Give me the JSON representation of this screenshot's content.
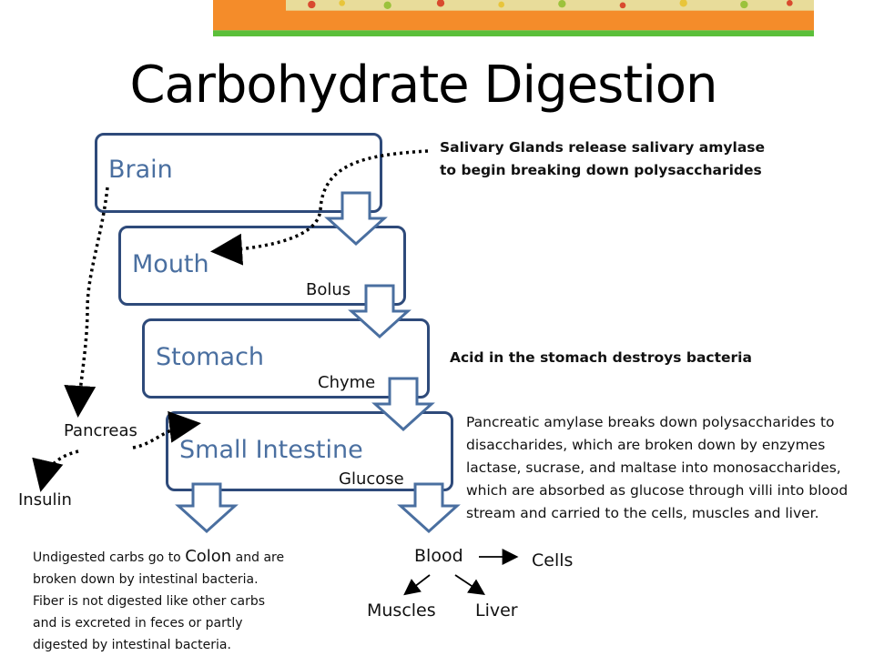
{
  "title": "Carbohydrate Digestion",
  "colors": {
    "box_border": "#2e4a7a",
    "stage_text": "#4a6fa0",
    "arrow_fill": "#ffffff",
    "banner_green": "#5bbf3a",
    "banner_orange": "#f48c2a"
  },
  "stages": {
    "brain": "Brain",
    "mouth": "Mouth",
    "stomach": "Stomach",
    "small_intestine": "Small Intestine"
  },
  "flow_labels": {
    "bolus": "Bolus",
    "chyme": "Chyme",
    "glucose": "Glucose"
  },
  "organs": {
    "pancreas": "Pancreas",
    "insulin": "Insulin"
  },
  "notes": {
    "salivary": [
      "Salivary Glands release salivary amylase",
      "to begin breaking down polysaccharides"
    ],
    "stomach_acid": "Acid in the stomach destroys bacteria",
    "pancreatic": [
      "Pancreatic amylase breaks down polysaccharides to",
      "disaccharides, which are broken down by enzymes",
      "lactase, sucrase, and maltase into monosaccharides,",
      "which are absorbed as glucose through villi into blood",
      "stream and carried to the cells, muscles and liver."
    ],
    "colon": {
      "line1_before": "Undigested carbs go to ",
      "line1_colon": "Colon",
      "line1_after": " and are",
      "rest": [
        "broken down by intestinal bacteria.",
        "Fiber is not digested like other carbs",
        "and is excreted in feces or partly",
        "digested by intestinal bacteria."
      ]
    }
  },
  "destinations": {
    "blood": "Blood",
    "cells": "Cells",
    "muscles": "Muscles",
    "liver": "Liver"
  }
}
